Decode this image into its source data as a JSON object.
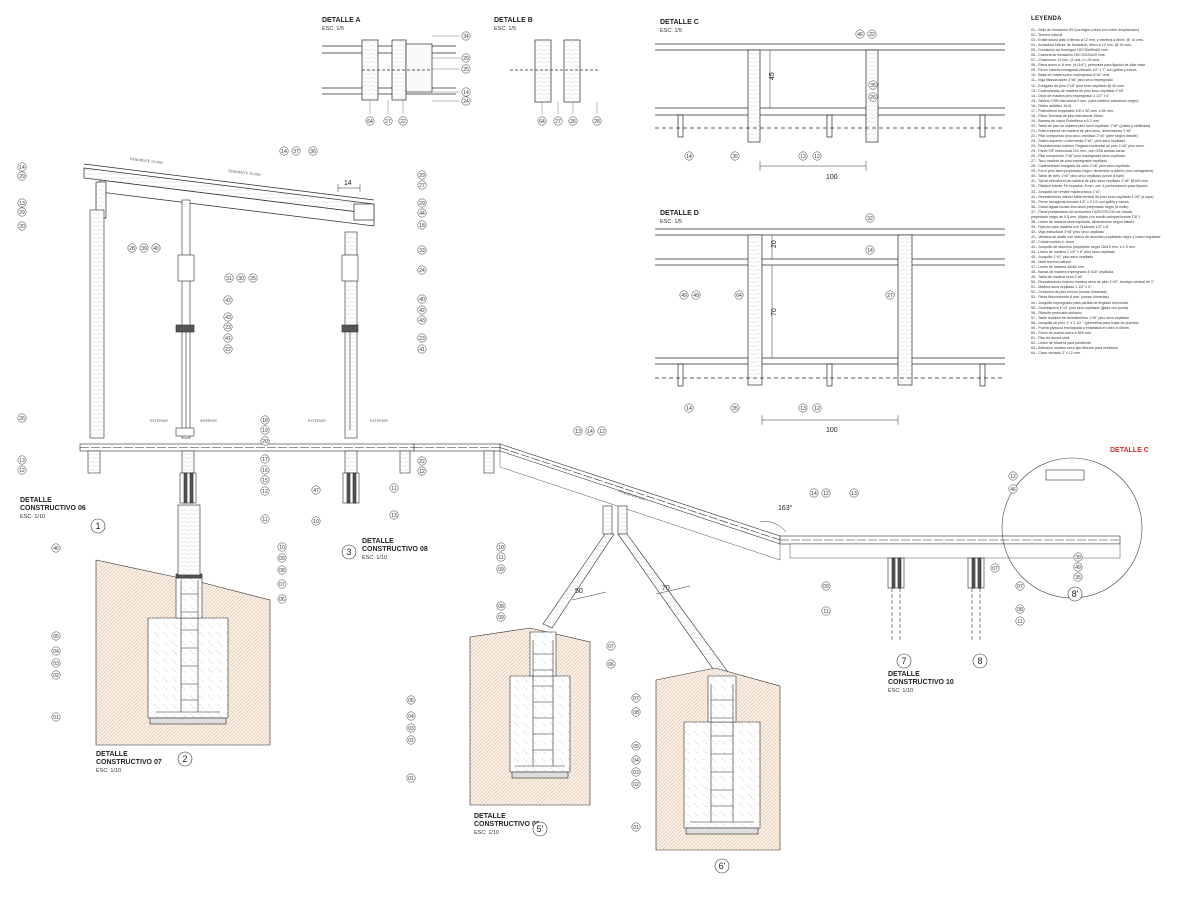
{
  "details": {
    "a": {
      "title": "DETALLE A",
      "scale": "ESC: 1/5"
    },
    "b": {
      "title": "DETALLE B",
      "scale": "ESC: 1/5"
    },
    "c": {
      "title": "DETALLE C",
      "scale": "ESC: 1/5"
    },
    "d": {
      "title": "DETALLE D",
      "scale": "ESC: 1/5"
    },
    "c_callout": "DETALLE C",
    "c06": {
      "line1": "DETALLE",
      "line2": "CONSTRUCTIVO 06",
      "scale": "ESC: 1/10"
    },
    "c07": {
      "line1": "DETALLE",
      "line2": "CONSTRUCTIVO 07",
      "scale": "ESC: 1/10"
    },
    "c08": {
      "line1": "DETALLE",
      "line2": "CONSTRUCTIVO 08",
      "scale": "ESC: 1/10"
    },
    "c09": {
      "line1": "DETALLE",
      "line2": "CONSTRUCTIVO 09",
      "scale": "ESC: 1/10"
    },
    "c10": {
      "line1": "DETALLE",
      "line2": "CONSTRUCTIVO 10",
      "scale": "ESC: 1/10"
    }
  },
  "dimensions": {
    "d14": "14",
    "d45": "45",
    "d100a": "100",
    "d20": "20",
    "d70v": "70",
    "d100b": "100",
    "d50": "50",
    "d70": "70",
    "angle": "163°"
  },
  "labels": {
    "exterior": "EXTERIOR",
    "interior": "INTERIOR",
    "pendiente": "PENDIENTE 10,00%",
    "pendiente2": "PENDIENTE 10%"
  },
  "axes": {
    "a1": "1",
    "a2": "2",
    "a3": "3",
    "a5": "5'",
    "a6": "6'",
    "a7": "7",
    "a8": "8",
    "a8p": "8'"
  },
  "bubbles": {
    "a": [
      "64",
      "27",
      "22",
      "34",
      "29",
      "25",
      "14",
      "24"
    ],
    "b": [
      "64",
      "27",
      "26",
      "28"
    ],
    "c": [
      "46",
      "22",
      "35",
      "26",
      "14",
      "35",
      "13",
      "12"
    ],
    "d": [
      "32",
      "14",
      "49",
      "49",
      "64",
      "27",
      "14",
      "35",
      "13",
      "12"
    ],
    "left": [
      "14",
      "29",
      "13",
      "29",
      "20",
      "26",
      "13",
      "12",
      "28",
      "39",
      "40",
      "14",
      "37",
      "36",
      "31",
      "30",
      "25",
      "42",
      "43",
      "23",
      "41",
      "22",
      "18",
      "19",
      "20",
      "17",
      "16",
      "15",
      "12",
      "11",
      "10",
      "47"
    ],
    "right": [
      "29",
      "27",
      "29",
      "44",
      "18",
      "33",
      "24",
      "40",
      "42",
      "43",
      "23",
      "41",
      "22",
      "12",
      "13",
      "11"
    ],
    "f07": [
      "46",
      "05",
      "04",
      "03",
      "02",
      "01",
      "10",
      "09",
      "08",
      "07",
      "06"
    ],
    "mid": [
      "13",
      "14",
      "12",
      "14",
      "12",
      "13",
      "10",
      "11",
      "09",
      "08",
      "09",
      "05",
      "04",
      "03",
      "02",
      "01",
      "07",
      "06",
      "07",
      "08",
      "05",
      "04",
      "03",
      "02",
      "01"
    ],
    "c10": [
      "09",
      "11",
      "07",
      "08",
      "11",
      "12",
      "46",
      "39",
      "49",
      "35",
      "07"
    ]
  },
  "legend": {
    "title": "LEYENDA",
    "items": [
      "01.- Sello de fundación H5 (hormigón pobre con bolón desplazador)",
      "02.- Terreno natural",
      "03.- Enfierradura pilar 4 fierros ø 12 mm. y estribos ø 8mm. @ 15 cms.",
      "04.- Armadura inferior de fundación, fierro ø 12 mm. @ 15 cms.",
      "05.- Fundación de hormigón H20 50x50x60 cms.",
      "06.- Cabezal de fundación H20 20x20x20 cms.",
      "07.- Chasconeo 12 mm. (2 uds.) L=30 cms.",
      "08.- Placa acero e: 6 mm. (e=1/4\"), perforada para fijación de pilar base",
      "09.- Perno cabeza hexagonal zincado 1/2\" x 7\" con golilla y tuerca",
      "10.- Basa de madera pino impregnado 6\"x6\" cms.",
      "11.- Viga tillanda doble 2\"x8\" pino seco impregnado",
      "12.- Envigado de piso 2\"x8\" pino seco cepillado @ 40 cms.",
      "13.- Cadeneteado de madera de pino seco cepillado 2\"x8\"",
      "14.- Deck de madera pino impregnado 1 1/2\" x 4\"",
      "15.- Tablero OSB estructural 9 mm. (cara exterior carbolíneo negro)",
      "16.- Fieltro asfáltico 15 lb",
      "17.- Poliestireno expandido 100 x 50 cms. e:50 mm.",
      "18.- Placa Terciada de pino estructural 15mm.",
      "19.- Barrera de vapor Polietileno e:0.2 mm.",
      "20.- Tabla de piso de madera pino seco cepillado 1\"x5\" (pulida y vitrificada)",
      "21.- Solera inferior de madera de pino seco, dimensiones 2\"x6\"",
      "22.- Pilar compuesto pino seco cepillado 2\"x6\" (ahre según detalle)",
      "23.- Solera superior o intermedia 2\"x6\", pino seco cepillado.",
      "24.- Revestimiento exterior Tinglado horizontal de pino 1\"x6\" pino seco.",
      "25.- Panel SIP estructural 114 mm., con OSB ambas caras.",
      "26.- Pilar compuesto 2\"x6\" pino impregnado seco cepillado.",
      "27.- Taco madera de pino impregnado cepillado",
      "28.- Cadeneteado envigado de cielo 2\"x6\" pino seco cepillado",
      "29.- Forro pino alum propietado negro, dimensión a diseño (con cortagotera)",
      "30.- Tabla de cielo 1\"x5\" pino seco cepillado (unión a tope)",
      "31.- Tijeral estructural de madera de pino seco cepillado 2\"x8\" @100 cms.",
      "32.- Plástico interior Fe cepados: 8 mm. con 4 perforaciones para fijación",
      "33.- Junquillo de remate madera seca 1\"x2\"",
      "34.- Revestimiento interior tabla vertical de pino seco cepillado 1\"x5\" (a tope)",
      "35.- Perno hexagonal zincado 1/2\" x 2 1/2 con golilla y tuerca",
      "36.- Canal aguas lluvias zinc-alum prepintado negro (d:eslilo)",
      "37.- Panel prefabricado de techumbre DUROTECHO de Volcán,",
      "     prepintado negro de 0.5 mm. (fijado con tornillo autoperforante T/8 \")",
      "38.- Listón de madera seca cepillada, dimensiones según diseño",
      "39.- Fijación para madera con Tirafondo 1/2\" x 8\"",
      "40.- Viga estructural 3\"x8\" pino seco cepillado",
      "41.- Ventana de abatir con marco de aluminio propietado negro y brazo regulador",
      "42.- Cristal modelo e: 6mm.",
      "43.- Junquillo de aluminio propietado negro 15x15 mm. e:1.5 mm.",
      "44.- Listón de madera 1 1/2\" x 6\" pino seco cepillado",
      "45.- Junquillo 1\"x2\" pino seco cepillado",
      "46.- Nivel terreno natural",
      "47.- Listón de madera 45x60 mm.",
      "48.- Banca de madera impregnado 4\"x16\" cepillada.",
      "49.- Tabla de madera seca 2\"x6\"",
      "50.- Revestimiento exterior madera seca de pino 1\"x5\", traslapo vertical de 1\"",
      "51.- Madera seca cepillada 1 1/2\" x 5\"",
      "52.- Cerámica de piso e/color (zonas húmedas)",
      "53.- Pieza fibrocemento 8 mm. (zonas húmedas)",
      "54.- Junquillo impregnado para partida de tinglado horizontal.",
      "55.- Guardapolvo 1\"x3\" pino seco cepillado (lijado con punta)",
      "56.- Plinto/fe perforado sin/seco",
      "57.- Tabla moldura de revestimiento 1\"x5\" pino seco cepillado",
      "58.- Junquillo de pino 1\" x 1 1/2 \" (perimetral para hojas de puertas)",
      "59.- Puerta plywood enchapada o entablada en obra e:45mm.",
      "60.- Pomo de puerta acero e:500 mm.",
      "61.- Piso de ducha shell",
      "62.- Listón de Madera para pendiente",
      "63.- Adhesivo mortero seco tipo Bekron para cerámica",
      "64.- Clavo zincado 3\" x 12 mm."
    ]
  },
  "colors": {
    "line": "#2b2b2b",
    "soil": "#b47a48",
    "accent": "#d6302a",
    "wood": "#666666",
    "concrete": "#9a9a9a"
  }
}
